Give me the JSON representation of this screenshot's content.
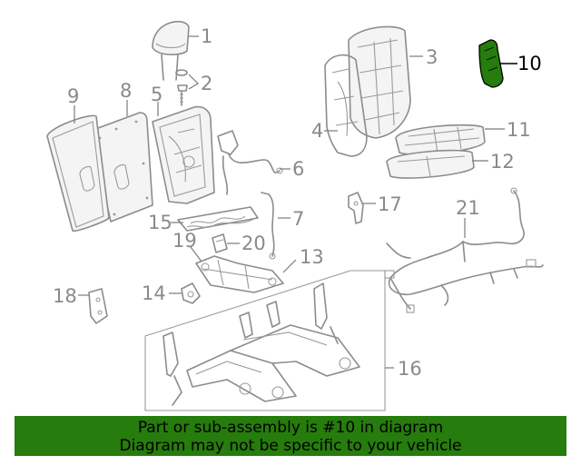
{
  "diagram": {
    "callouts": [
      {
        "id": "1",
        "label": "1"
      },
      {
        "id": "2",
        "label": "2"
      },
      {
        "id": "3",
        "label": "3"
      },
      {
        "id": "4",
        "label": "4"
      },
      {
        "id": "5",
        "label": "5"
      },
      {
        "id": "6",
        "label": "6"
      },
      {
        "id": "7",
        "label": "7"
      },
      {
        "id": "8",
        "label": "8"
      },
      {
        "id": "9",
        "label": "9"
      },
      {
        "id": "10",
        "label": "10"
      },
      {
        "id": "11",
        "label": "11"
      },
      {
        "id": "12",
        "label": "12"
      },
      {
        "id": "13",
        "label": "13"
      },
      {
        "id": "14",
        "label": "14"
      },
      {
        "id": "15",
        "label": "15"
      },
      {
        "id": "16",
        "label": "16"
      },
      {
        "id": "17",
        "label": "17"
      },
      {
        "id": "18",
        "label": "18"
      },
      {
        "id": "19",
        "label": "19"
      },
      {
        "id": "20",
        "label": "20"
      },
      {
        "id": "21",
        "label": "21"
      }
    ],
    "highlighted_part": "10",
    "highlight_color": "#267c0c",
    "part_color": "#8c8c8c"
  },
  "banner": {
    "line1": "Part or sub-assembly is #10 in diagram",
    "line2": "Diagram may not be specific to your vehicle",
    "background": "#267c0c"
  }
}
